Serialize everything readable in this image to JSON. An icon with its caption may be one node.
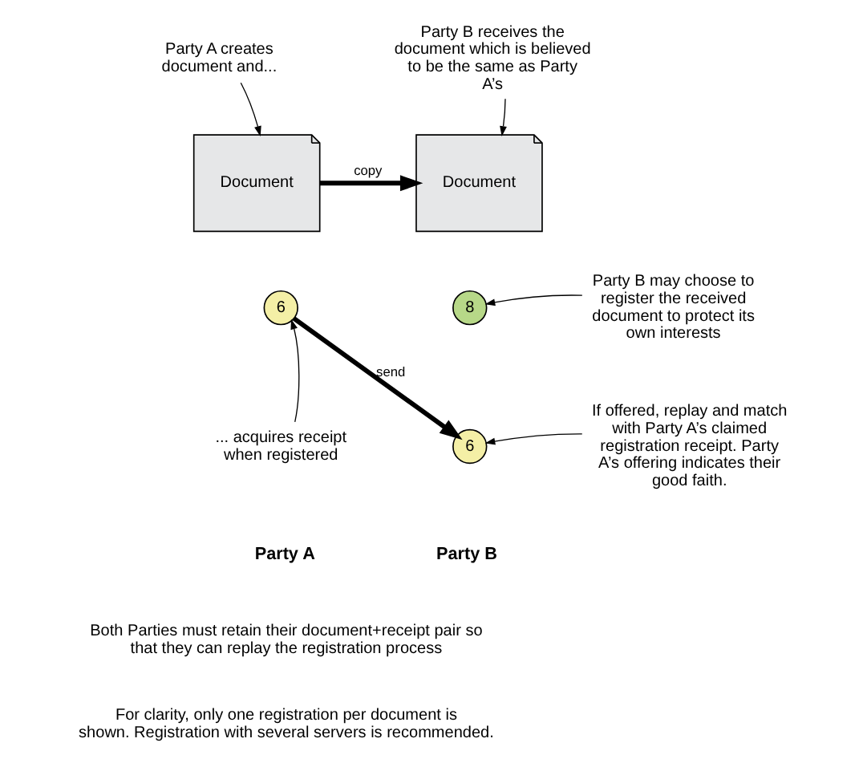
{
  "diagram": {
    "nodes": [
      {
        "text": [
          "Party A creates document and..."
        ]
      },
      {
        "text": [
          "Document"
        ]
      },
      {
        "text": [
          "6"
        ]
      },
      {
        "text": [
          "... acquires receipt when registered"
        ]
      },
      {
        "text": [
          "Party B receives the document which is believed to be the same as Party A’s"
        ]
      },
      {
        "text": [
          "Document"
        ]
      },
      {
        "text": [
          "8"
        ]
      },
      {
        "text": [
          "Party B may choose to register the received document to protect its own interests"
        ]
      },
      {
        "text": [
          "6"
        ]
      },
      {
        "text": [
          "If offered, replay and match with Party A’s claimed registration receipt. Party A’s offering indicates their good faith."
        ]
      }
    ],
    "edges": [
      {
        "from": 0,
        "to": 1,
        "arrow": "to"
      },
      {
        "from": 1,
        "to": 5,
        "arrow": "to",
        "label": "copy",
        "style": "thick"
      },
      {
        "from": 2,
        "to": 8,
        "arrow": "to",
        "label": "send",
        "style": "thick"
      },
      {
        "from": 3,
        "to": 2,
        "arrow": "to"
      },
      {
        "from": 4,
        "to": 5,
        "arrow": "to"
      },
      {
        "from": 7,
        "to": 6,
        "arrow": "to"
      },
      {
        "from": 9,
        "to": 8,
        "arrow": "to"
      }
    ],
    "labels": [
      "Party A",
      "Party B",
      "Both Parties must retain their document+receipt pair so that they can replay the registration process",
      "For clarity, only one registration per document is shown. Registration with several servers is recommended."
    ]
  }
}
